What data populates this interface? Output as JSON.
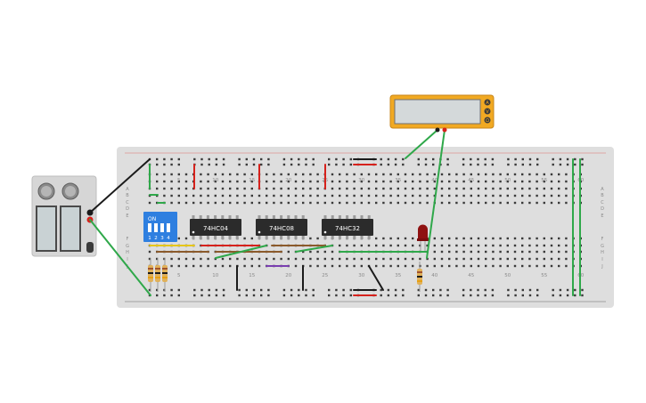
{
  "colors": {
    "board": "#dedede",
    "hole": "#3a3a3a",
    "rail_red": "#e0251f",
    "rail_black": "#1b1b1b",
    "wire_green": "#2fa84a",
    "wire_red": "#d6221c",
    "wire_brown": "#8b5a2b",
    "wire_purple": "#7a3fb0",
    "wire_yellow": "#e6c619",
    "chip": "#2b2b2b",
    "multimeter_body": "#f1a922",
    "multimeter_screen": "#d4d9da",
    "dip_switch": "#2e7fe0",
    "led": "#8f1111",
    "power_supply": "#d6d6d6"
  },
  "breadboard": {
    "column_numbers": [
      "5",
      "10",
      "15",
      "20",
      "25",
      "30",
      "35",
      "40",
      "45",
      "50",
      "55",
      "60"
    ],
    "row_letters_top": [
      "A",
      "B",
      "C",
      "D",
      "E"
    ],
    "row_letters_bottom": [
      "F",
      "G",
      "H",
      "I",
      "J"
    ]
  },
  "chips": [
    {
      "label": "74HC04"
    },
    {
      "label": "74HC08"
    },
    {
      "label": "74HC32"
    }
  ],
  "dip_switch": {
    "on_label": "ON",
    "switch_numbers": [
      "1",
      "2",
      "3",
      "4"
    ]
  },
  "multimeter": {
    "buttons": [
      "A",
      "V",
      "Ω"
    ]
  },
  "power_supply": {
    "knobs": [
      "voltage-knob",
      "current-knob"
    ]
  }
}
